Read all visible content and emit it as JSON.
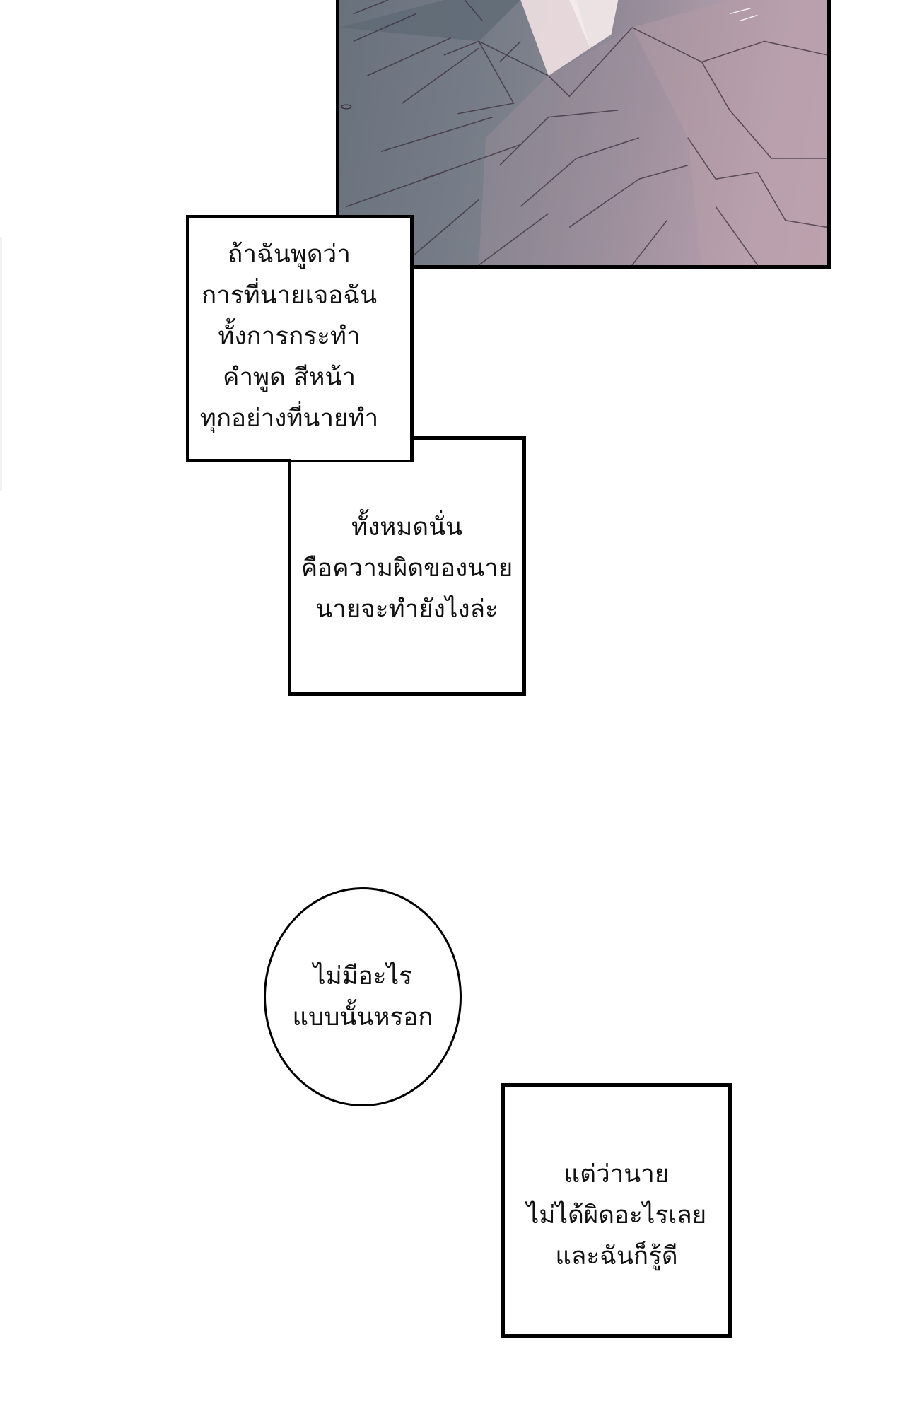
{
  "panels": {
    "art_panel": {
      "description_icon": "illustration"
    }
  },
  "captions": {
    "box_a": {
      "lines": [
        "ถ้าฉันพูดว่า",
        "การที่นายเจอฉัน",
        "ทั้งการกระทำ",
        "คำพูด สีหน้า",
        "ทุกอย่างที่นายทำ"
      ]
    },
    "box_b": {
      "lines": [
        "ทั้งหมดนั่น",
        "คือความผิดของนาย",
        "นายจะทำยังไงล่ะ"
      ]
    },
    "bubble": {
      "lines": [
        "ไม่มีอะไร",
        "แบบนั้นหรอก"
      ]
    },
    "box_c": {
      "lines": [
        "แต่ว่านาย",
        "ไม่ได้ผิดอะไรเลย",
        "และฉันก็รู้ดี"
      ]
    }
  },
  "colors": {
    "panel_dark": "#68717c",
    "panel_pink": "#caa9b6",
    "border": "#000000",
    "background": "#ffffff"
  }
}
